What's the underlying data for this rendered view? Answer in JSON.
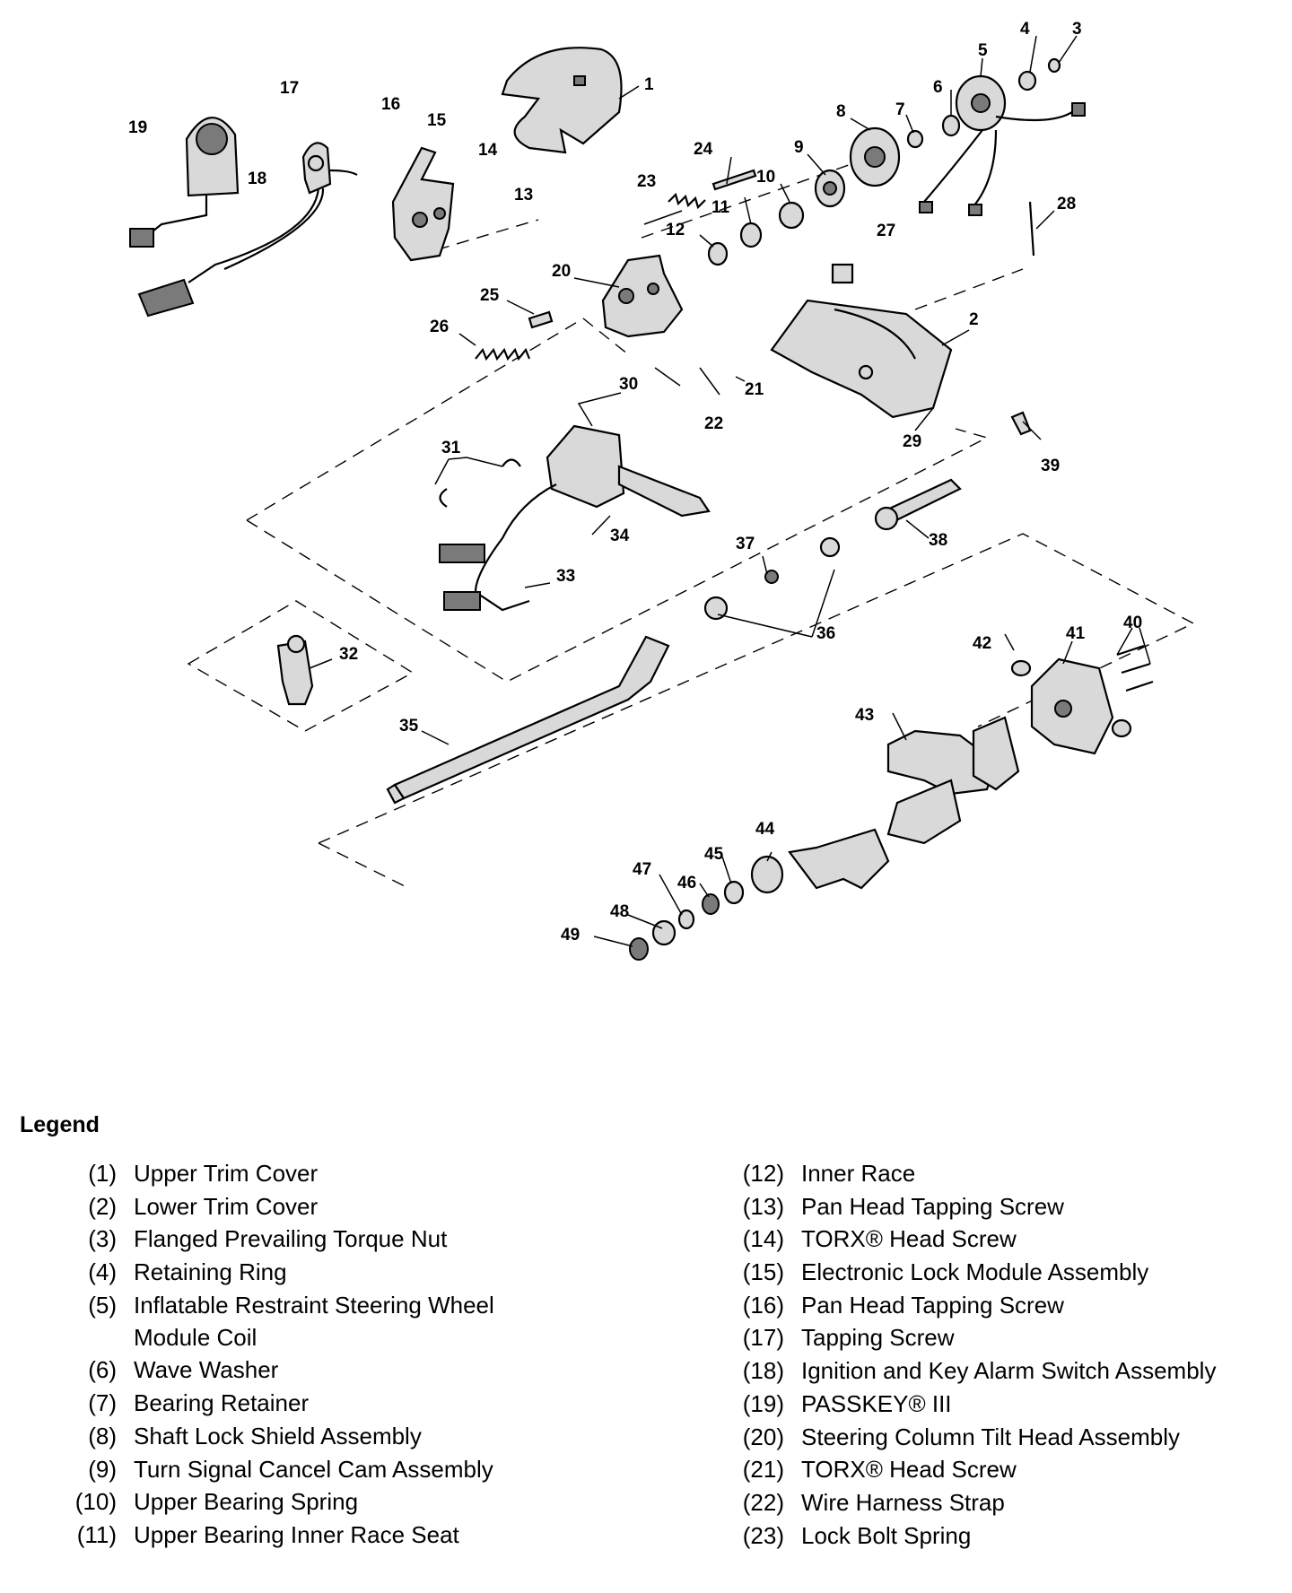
{
  "callouts": [
    "1",
    "2",
    "3",
    "4",
    "5",
    "6",
    "7",
    "8",
    "9",
    "10",
    "11",
    "12",
    "13",
    "14",
    "15",
    "16",
    "17",
    "18",
    "19",
    "20",
    "21",
    "22",
    "23",
    "24",
    "25",
    "26",
    "27",
    "28",
    "29",
    "30",
    "31",
    "32",
    "33",
    "34",
    "35",
    "36",
    "37",
    "38",
    "39",
    "40",
    "41",
    "42",
    "43",
    "44",
    "45",
    "46",
    "47",
    "48",
    "49"
  ],
  "legend": {
    "title": "Legend",
    "left": [
      {
        "num": "(1)",
        "text": "Upper Trim Cover"
      },
      {
        "num": "(2)",
        "text": "Lower Trim Cover"
      },
      {
        "num": "(3)",
        "text": "Flanged Prevailing Torque Nut"
      },
      {
        "num": "(4)",
        "text": "Retaining Ring"
      },
      {
        "num": "(5)",
        "text": "Inflatable Restraint Steering Wheel Module Coil"
      },
      {
        "num": "(6)",
        "text": "Wave Washer"
      },
      {
        "num": "(7)",
        "text": "Bearing Retainer"
      },
      {
        "num": "(8)",
        "text": "Shaft Lock Shield Assembly"
      },
      {
        "num": "(9)",
        "text": "Turn Signal Cancel Cam Assembly"
      },
      {
        "num": "(10)",
        "text": "Upper Bearing Spring"
      },
      {
        "num": "(11)",
        "text": "Upper Bearing Inner Race Seat"
      }
    ],
    "right": [
      {
        "num": "(12)",
        "text": "Inner Race"
      },
      {
        "num": "(13)",
        "text": "Pan Head Tapping Screw"
      },
      {
        "num": "(14)",
        "text": "TORX® Head Screw"
      },
      {
        "num": "(15)",
        "text": "Electronic Lock Module Assembly"
      },
      {
        "num": "(16)",
        "text": "Pan Head Tapping Screw"
      },
      {
        "num": "(17)",
        "text": "Tapping Screw"
      },
      {
        "num": "(18)",
        "text": "Ignition and Key Alarm Switch Assembly"
      },
      {
        "num": "(19)",
        "text": "PASSKEY® III"
      },
      {
        "num": "(20)",
        "text": "Steering Column Tilt Head Assembly"
      },
      {
        "num": "(21)",
        "text": "TORX® Head Screw"
      },
      {
        "num": "(22)",
        "text": "Wire Harness Strap"
      },
      {
        "num": "(23)",
        "text": "Lock Bolt Spring"
      }
    ]
  }
}
